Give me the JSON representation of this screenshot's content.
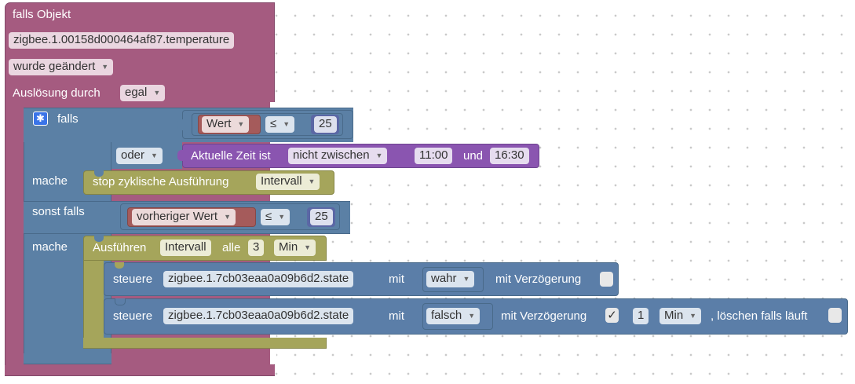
{
  "main_block": {
    "title": "falls Objekt",
    "object_id": "zigbee.1.00158d000464af87.temperature",
    "trigger_mode": "wurde geändert",
    "trigger_by_label": "Auslösung durch",
    "trigger_by_value": "egal"
  },
  "if_block": {
    "if_label": "falls",
    "do_label": "mache",
    "else_if_label": "sonst falls",
    "do2_label": "mache"
  },
  "condition1": {
    "left": "Wert",
    "operator": "≤",
    "right": "25",
    "logic": "oder",
    "time_label": "Aktuelle Zeit ist",
    "time_mode": "nicht zwischen",
    "time_from": "11:00",
    "time_and": "und",
    "time_to": "16:30"
  },
  "stop_block": {
    "label": "stop zyklische Ausführung",
    "variable": "Intervall"
  },
  "condition2": {
    "left": "vorheriger Wert",
    "operator": "≤",
    "right": "25"
  },
  "interval_block": {
    "label": "Ausführen",
    "variable": "Intervall",
    "every_label": "alle",
    "value": "3",
    "unit": "Min"
  },
  "control1": {
    "label": "steuere",
    "object_id": "zigbee.1.7cb03eaa0a09b6d2.state",
    "with_label": "mit",
    "value": "wahr",
    "delay_label": "mit Verzögerung",
    "delay_checked": false
  },
  "control2": {
    "label": "steuere",
    "object_id": "zigbee.1.7cb03eaa0a09b6d2.state",
    "with_label": "mit",
    "value": "falsch",
    "delay_label": "mit Verzögerung",
    "delay_checked": true,
    "check_mark": "✓",
    "delay_value": "1",
    "delay_unit": "Min",
    "clear_label": ", löschen falls läuft",
    "clear_checked": false
  },
  "colors": {
    "event_block": "#a55b80",
    "event_dark": "#84496a",
    "logic_block": "#5b80a5",
    "logic_dark": "#496a8a",
    "variable_block": "#a55b5b",
    "time_block": "#8a55b0",
    "timer_block": "#a5a55b",
    "timer_dark": "#848444",
    "action_block": "#5b7ea8"
  },
  "icons": {
    "gear": "gear-icon",
    "dropdown": "dropdown-arrow-icon"
  }
}
